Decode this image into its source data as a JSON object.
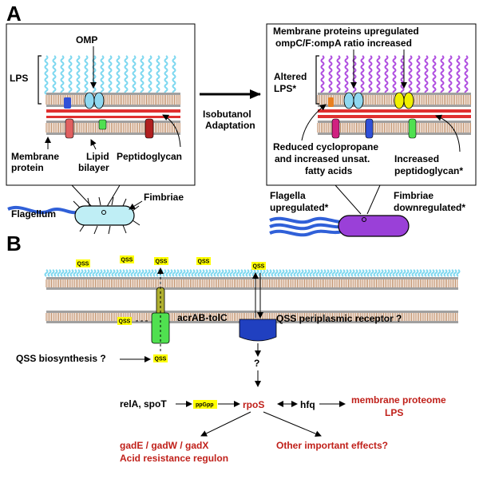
{
  "panel_a": {
    "letter": "A",
    "left_box": {
      "omp": "OMP",
      "lps": "LPS",
      "membrane_protein_line1": "Membrane",
      "membrane_protein_line2": "protein",
      "lipid_bilayer_line1": "Lipid",
      "lipid_bilayer_line2": "bilayer",
      "peptidoglycan": "Peptidoglycan"
    },
    "arrow_label_line1": "Isobutanol",
    "arrow_label_line2": "Adaptation",
    "right_box": {
      "header_line1": "Membrane proteins upregulated",
      "header_line2": "ompC/F:ompA ratio increased",
      "altered_lps_line1": "Altered",
      "altered_lps_line2": "LPS*",
      "reduced_line1": "Reduced cyclopropane",
      "reduced_line2": "and increased unsat.",
      "reduced_line3": "fatty acids",
      "increased_line1": "Increased",
      "increased_line2": "peptidoglycan*"
    },
    "left_cell": {
      "flagellum": "Flagellum",
      "fimbriae": "Fimbriae"
    },
    "right_cell": {
      "flagella_line1": "Flagella",
      "flagella_line2": "upregulated*",
      "fimbriae_line1": "Fimbriae",
      "fimbriae_line2": "downregulated*"
    }
  },
  "panel_b": {
    "letter": "B",
    "qss": "QSS",
    "acrab": "acrAB-tolC",
    "receptor": "QSS periplasmic receptor ?",
    "biosynthesis": "QSS biosynthesis ?",
    "question": "?",
    "rela": "relA, spoT",
    "ppgpp": "ppGpp",
    "rpos": "rpoS",
    "hfq": "hfq",
    "membrane_proteome": "membrane proteome",
    "lps": "LPS",
    "gade": "gadE / gadW / gadX",
    "acid": "Acid resistance regulon",
    "other": "Other important effects?"
  },
  "colors": {
    "lps_blue": "#7fd8f0",
    "lps_purple": "#b050e0",
    "cell_cyan": "#bfeef5",
    "cell_purple": "#9a40d8",
    "flagellum_blue": "#3060d8",
    "peptidoglycan_red": "#e03030",
    "qss_yellow": "#ffff00",
    "effect_red": "#c0201a"
  }
}
